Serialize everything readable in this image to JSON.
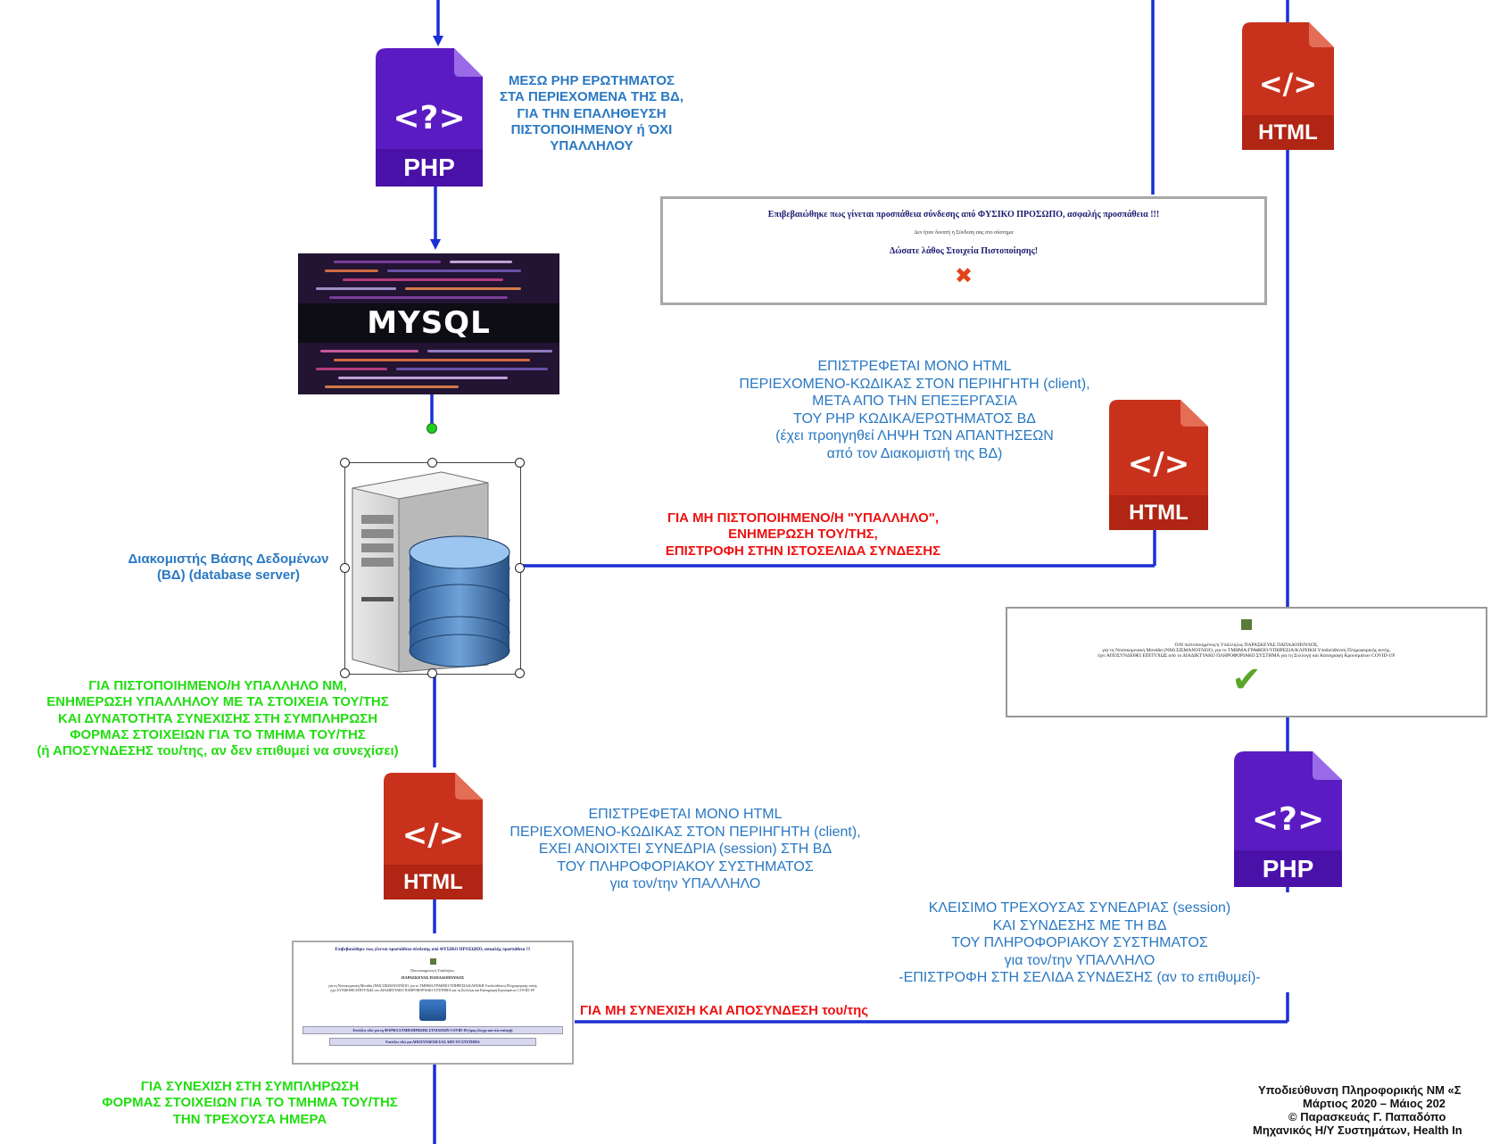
{
  "colors": {
    "php_icon": "#5b1bc2",
    "html_icon": "#c8321c",
    "connector_line": "#1a2fd4",
    "blue_text": "#2a78c2",
    "red_text": "#ee1111",
    "green_text": "#22dd11",
    "handle_green": "#22cc22"
  },
  "icons": {
    "php_glyph": "<?>",
    "php_label": "PHP",
    "html_glyph": "</>",
    "html_label": "HTML"
  },
  "mysql_banner": {
    "label": "MYSQL"
  },
  "server": {
    "icon": "database-server-icon"
  },
  "notes": {
    "php_query": "ΜΕΣΩ PHP ΕΡΩΤΗΜΑΤΟΣ\nΣΤΑ ΠΕΡΙΕΧΟΜΕΝΑ ΤΗΣ ΒΔ,\nΓΙΑ ΤΗΝ ΕΠΑΛΗΘΕΥΣΗ\nΠΙΣΤΟΠΟΙΗΜΕΝΟΥ ή ΌΧΙ\nΥΠΑΛΛΗΛΟΥ",
    "html_return_top": "ΕΠΙΣΤΡΕΦΕΤΑΙ ΜΟΝΟ HTML\nΠΕΡΙΕΧΟΜΕΝΟ-ΚΩΔΙΚΑΣ ΣΤΟΝ ΠΕΡΙΗΓΗΤΗ (client),\nΜΕΤΑ ΑΠΟ ΤΗΝ ΕΠΕΞΕΡΓΑΣΙΑ\nΤΟΥ PHP ΚΩΔΙΚΑ/ΕΡΩΤΗΜΑΤΟΣ ΒΔ\n(έχει προηγηθεί ΛΗΨΗ ΤΩΝ ΑΠΑΝΤΗΣΕΩΝ\nαπό τον Διακομιστή της ΒΔ)",
    "non_certified": "ΓΙΑ ΜΗ ΠΙΣΤΟΠΟΙΗΜΕΝΟ/Η \"ΥΠΑΛΛΗΛΟ\",\nΕΝΗΜΕΡΩΣΗ ΤΟΥ/ΤΗΣ,\nΕΠΙΣΤΡΟΦΗ ΣΤΗΝ ΙΣΤΟΣΕΛΙΔΑ ΣΥΝΔΕΣΗΣ",
    "db_server": "Διακομιστής Βάσης Δεδομένων\n(ΒΔ) (database server)",
    "certified": "ΓΙΑ ΠΙΣΤΟΠΟΙΗΜΕΝΟ/Η ΥΠΑΛΛΗΛΟ ΝΜ,\nΕΝΗΜΕΡΩΣΗ ΥΠΑΛΛΗΛΟΥ ΜΕ ΤΑ ΣΤΟΙΧΕΙΑ ΤΟΥ/ΤΗΣ\nΚΑΙ ΔΥΝΑΤΟΤΗΤΑ ΣΥΝΕΧΙΣΗΣ ΣΤΗ ΣΥΜΠΛΗΡΩΣΗ\nΦΟΡΜΑΣ ΣΤΟΙΧΕΙΩΝ ΓΙΑ ΤΟ ΤΜΗΜΑ ΤΟΥ/ΤΗΣ\n(ή ΑΠΟΣΥΝΔΕΣΗΣ του/της, αν δεν επιθυμεί να συνεχίσει)",
    "html_return_session": "ΕΠΙΣΤΡΕΦΕΤΑΙ ΜΟΝΟ HTML\nΠΕΡΙΕΧΟΜΕΝΟ-ΚΩΔΙΚΑΣ ΣΤΟΝ ΠΕΡΙΗΓΗΤΗ (client),\nΕΧΕΙ ΑΝΟΙΧΤΕΙ ΣΥΝΕΔΡΙΑ (session) ΣΤΗ ΒΔ\nΤΟΥ ΠΛΗΡΟΦΟΡΙΑΚΟΥ ΣΥΣΤΗΜΑΤΟΣ\nγια τον/την ΥΠΑΛΛΗΛΟ",
    "close_session": "ΚΛΕΙΣΙΜΟ ΤΡΕΧΟΥΣΑΣ ΣΥΝΕΔΡΙΑΣ (session)\nΚΑΙ ΣΥΝΔΕΣΗΣ ΜΕ ΤΗ ΒΔ\nΤΟΥ ΠΛΗΡΟΦΟΡΙΑΚΟΥ ΣΥΣΤΗΜΑΤΟΣ\nγια τον/την ΥΠΑΛΛΗΛΟ\n-ΕΠΙΣΤΡΟΦΗ ΣΤΗ ΣΕΛΙΔΑ ΣΥΝΔΕΣΗΣ (αν το επιθυμεί)-",
    "logout": "ΓΙΑ ΜΗ ΣΥΝΕΧΙΣΗ ΚΑΙ ΑΠΟΣΥΝΔΕΣΗ του/της",
    "continue_form": "ΓΙΑ ΣΥΝΕΧΙΣΗ ΣΤΗ ΣΥΜΠΛΗΡΩΣΗ\nΦΟΡΜΑΣ ΣΤΟΙΧΕΙΩΝ ΓΙΑ ΤΟ ΤΜΗΜΑ ΤΟΥ/ΤΗΣ\nΤΗΝ ΤΡΕΧΟΥΣΑ ΗΜΕΡΑ"
  },
  "footer": {
    "line1": "Υποδιεύθυνση Πληροφορικής ΝΜ «Σ",
    "line2": "Μάρτιος 2020 – Μάιος 202",
    "line3": "© Παρασκευάς Γ. Παπαδόπο",
    "line4": "Μηχανικός Η/Υ Συστημάτων, Health In"
  },
  "screenshots": {
    "error_box": {
      "line1": "Επιβεβαιώθηκε πως γίνεται προσπάθεια σύνδεσης από ΦΥΣΙΚΟ ΠΡΟΣΩΠΟ, ασφαλής προσπάθεια !!!",
      "line2": "Δεν ήταν δυνατή η Σύνδεση σας στο σύστημα",
      "line3": "Δώσατε λάθος Στοιχεία Πιστοποίησης!",
      "mark": "✖"
    },
    "success_box": {
      "line1": "Ο/Η πιστοποιημένος/η Υπάλληλος ΠΑΡΑΣΚΕΥΑΣ ΠΑΠΑΔΟΠΟΥΛΟΣ,",
      "line2": "για τη Νοσοκομειακή Μονάδα (ΝΜ) ΣΙΣΜΑΝΟΓΛΕΙΟ, για το ΤΜΗΜΑ/ΓΡΑΦΕΙΟ/ΥΠΗΡΕΣΙΑ/ΚΛΙΝΙΚΗ Υποδιεύθυνση Πληροφορικής αυτής,",
      "line3": "έχει ΑΠΟΣΥΝΔΕΘΕΙ ΕΠΙΤΥΧΩΣ από το ΔΙΑΔΙΚΤΥΑΚΟ ΠΛΗΡΟΦΟΡΙΑΚΟ ΣΥΣΤΗΜΑ για τη Συλλογή και Καταγραφή Κρουσμάτων COVID-19!",
      "mark": "✔"
    },
    "welcome_box": {
      "line1": "Επιβεβαιώθηκε πως γίνεται προσπάθεια σύνδεσης από ΦΥΣΙΚΟ ΠΡΟΣΩΠΟ, ασφαλής προσπάθεια !!!",
      "line2": "Πιστοποιημένος/η Υπάλληλος:",
      "line3": "ΠΑΡΑΣΚΕΥΑΣ ΠΑΠΑΔΟΠΟΥΛΟΣ",
      "line4": "για τη Νοσοκομειακή Μονάδα (ΝΜ) ΣΙΣΜΑΝΟΓΛΕΙΟ, για το ΤΜΗΜΑ/ΓΡΑΦΕΙΟ/ΥΠΗΡΕΣΙΑ/ΚΛΙΝΙΚΗ Υποδιεύθυνση Πληροφορικής αυτής",
      "line5": "έχει ΣΥΝΔΕΘΕΙ ΕΠΙΤΥΧΩΣ στο ΔΙΑΔΙΚΤΥΑΚΟ ΠΛΗΡΟΦΟΡΙΑΚΟ ΣΥΣΤΗΜΑ για τη Συλλογή και Καταγραφή Κρουσμάτων COVID-19!",
      "button1": "Επιλέξτε εδώ για τη ΦΟΡΜΑ ΣΥΜΠΛΗΡΩΣΗΣ ΣΤΟΙΧΕΙΩΝ COVID-19 (προς έλεγχο και νέα επιλογή)",
      "button2": "Επιλέξτε εδώ για ΑΠΟΣΥΝΔΕΣΗ ΣΑΣ ΑΠΟ ΤΟ ΣΥΣΤΗΜΑ"
    }
  }
}
